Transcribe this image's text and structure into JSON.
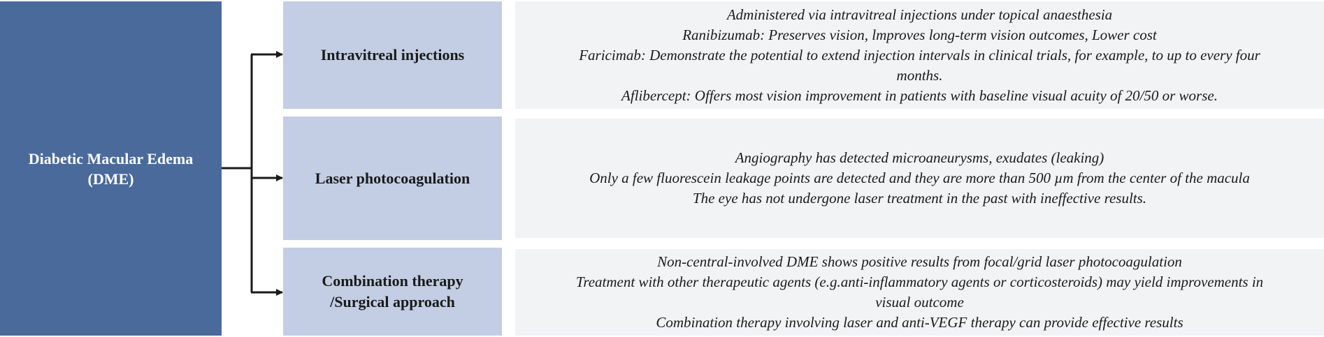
{
  "root": {
    "label_line1": "Diabetic Macular Edema",
    "label_line2": "(DME)"
  },
  "branches": [
    {
      "label_line1": "Intravitreal injections",
      "label_line2": "",
      "details": [
        "Administered via intravitreal injections under topical anaesthesia",
        "Ranibizumab: Preserves vision, lmproves long-term vision outcomes, Lower cost",
        "Faricimab: Demonstrate the potential to extend injection intervals in clinical trials, for example, to up to every four months.",
        "Aflibercept: Offers most vision improvement in patients with baseline visual acuity of 20/50 or worse."
      ]
    },
    {
      "label_line1": "Laser photocoagulation",
      "label_line2": "",
      "details": [
        "Angiography has detected microaneurysms, exudates (leaking)",
        "Only a few fluorescein leakage points are detected and they are more than 500 µm from the center of the macula",
        "The eye has not undergone laser treatment in the past with ineffective results."
      ]
    },
    {
      "label_line1": "Combination therapy",
      "label_line2": "/Surgical approach",
      "details": [
        "Non-central-involved DME shows positive results from focal/grid laser photocoagulation",
        "Treatment with other therapeutic agents (e.g.anti-inflammatory agents or corticosteroids) may yield improvements in visual outcome",
        "Combination therapy involving laser and anti-VEGF therapy can provide effective results"
      ]
    }
  ],
  "colors": {
    "root_fill": "#4a6a9c",
    "branch_fill": "#c3cee4",
    "detail_fill": "#f2f3f5",
    "connector": "#1a1a1a"
  }
}
